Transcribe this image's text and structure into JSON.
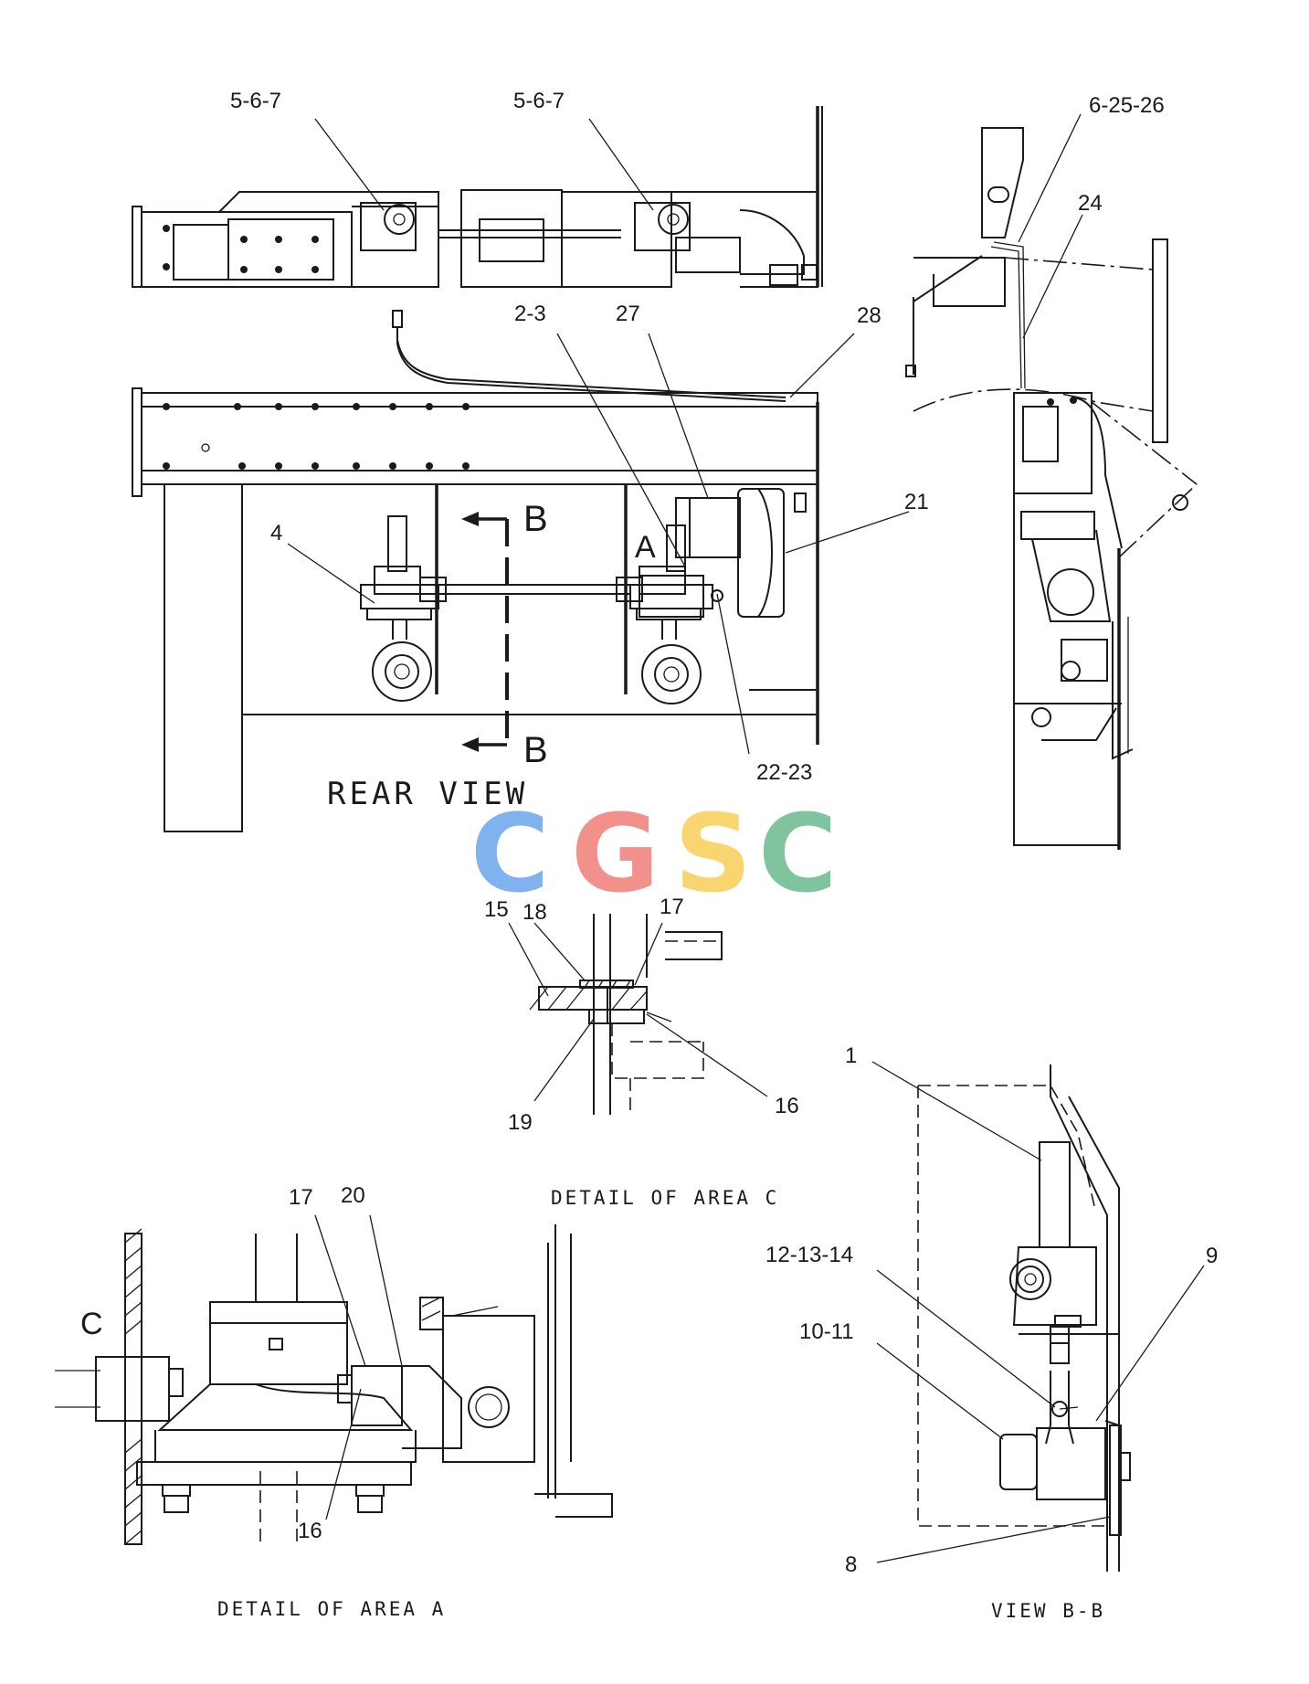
{
  "callouts": {
    "c5_6_7_a": "5-6-7",
    "c5_6_7_b": "5-6-7",
    "c6_25_26": "6-25-26",
    "c24": "24",
    "c2_3": "2-3",
    "c27": "27",
    "c28": "28",
    "c21": "21",
    "c4": "4",
    "c22_23": "22-23",
    "c15": "15",
    "c18": "18",
    "c17_c": "17",
    "c19": "19",
    "c16_c": "16",
    "c1": "1",
    "c12_13_14": "12-13-14",
    "c9": "9",
    "c10_11": "10-11",
    "c8": "8",
    "c17_a": "17",
    "c20": "20",
    "c16_a": "16"
  },
  "section_marks": {
    "b_top": "B",
    "b_bottom": "B",
    "a_mark": "A",
    "c_mark": "C"
  },
  "view_titles": {
    "rear_view": "REAR VIEW",
    "detail_c": "DETAIL OF AREA C",
    "detail_a": "DETAIL OF AREA A",
    "view_bb": "VIEW B-B"
  },
  "watermark": {
    "letters": [
      "C",
      "G",
      "S",
      "C"
    ],
    "colors": [
      "#7fb2ee",
      "#f2918c",
      "#f8d56e",
      "#7fc39f"
    ]
  }
}
